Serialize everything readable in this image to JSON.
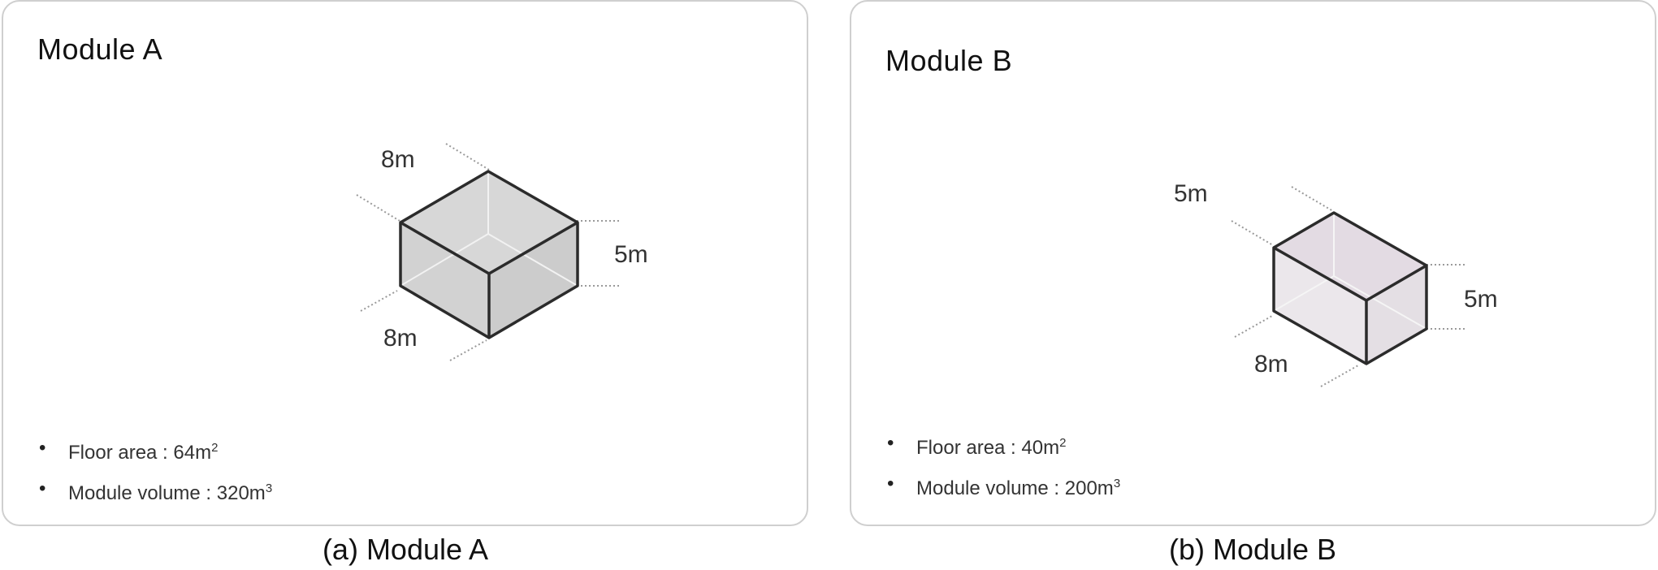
{
  "module_a": {
    "title": "Module A",
    "dims": {
      "width": "8m",
      "depth": "8m",
      "height": "5m"
    },
    "bullets": [
      {
        "label": "Floor area",
        "sep": " : ",
        "value": "64m",
        "unit_sup": "2"
      },
      {
        "label": "Module volume",
        "sep": " : ",
        "value": "320m",
        "unit_sup": "3"
      }
    ],
    "caption": "(a) Module A",
    "box_color": "#d5d5d5"
  },
  "module_b": {
    "title": "Module B",
    "dims": {
      "width": "8m",
      "depth": "5m",
      "height": "5m"
    },
    "bullets": [
      {
        "label": "Floor area",
        "sep": " : ",
        "value": "40m",
        "unit_sup": "2"
      },
      {
        "label": "Module volume",
        "sep": " : ",
        "value": "200m",
        "unit_sup": "3"
      }
    ],
    "caption": "(b) Module B",
    "box_color": "#e6e0e6"
  },
  "bullet_glyph": "•"
}
